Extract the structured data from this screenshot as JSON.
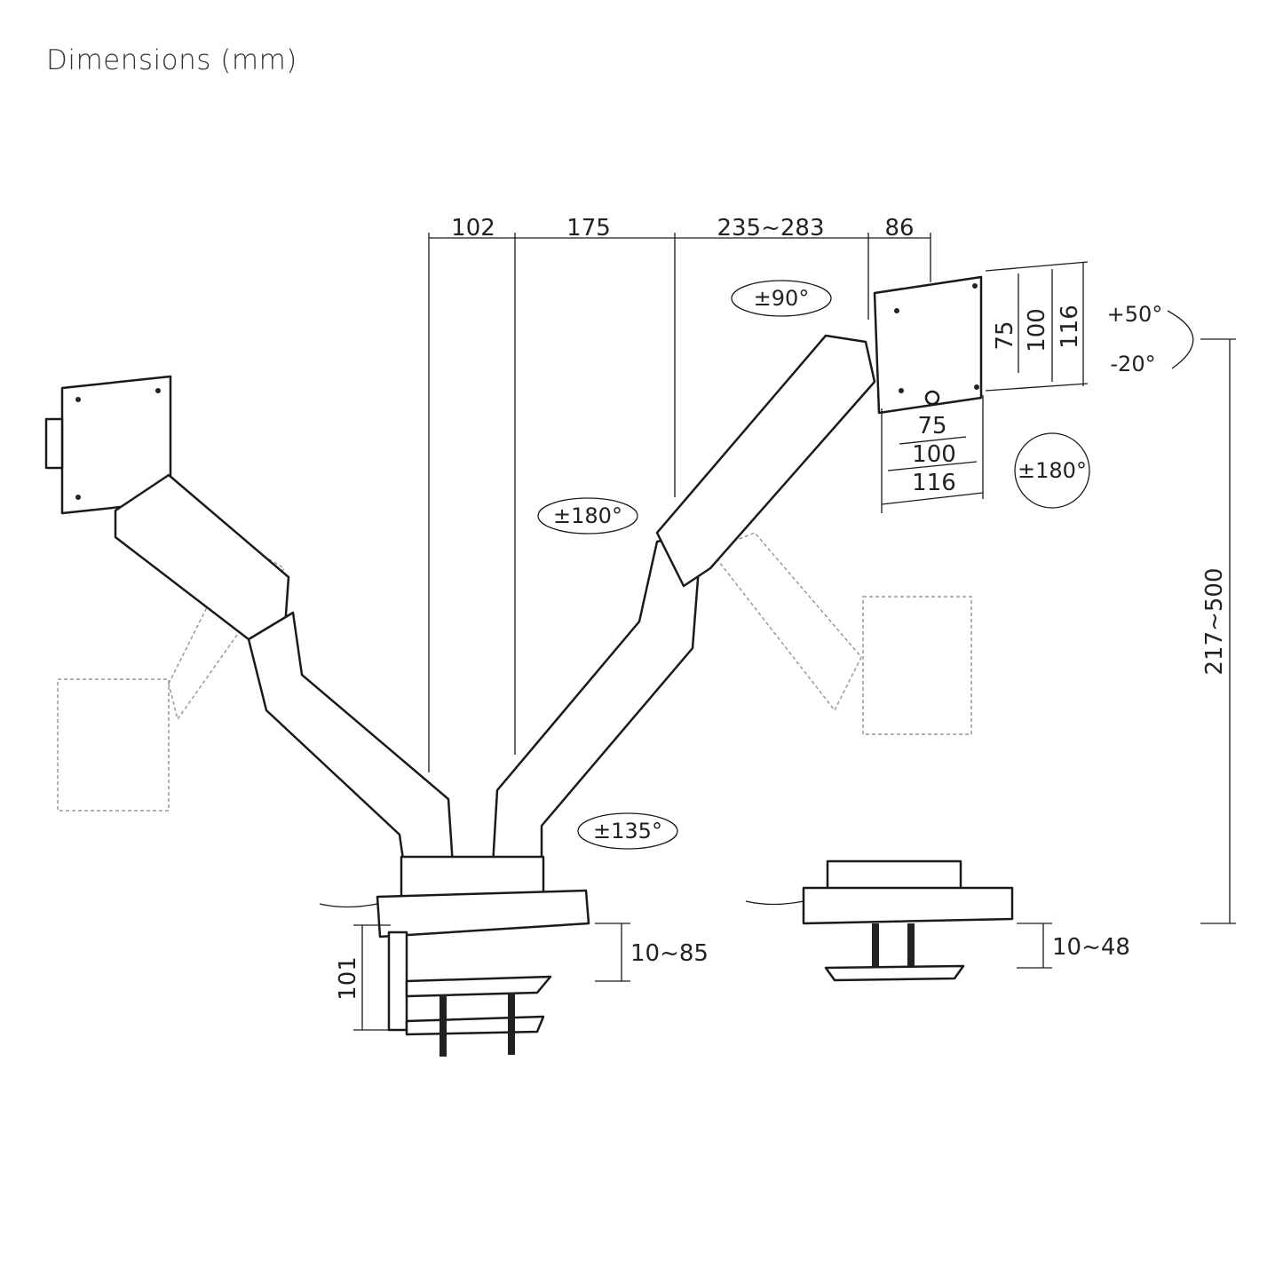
{
  "title": "Dimensions (mm)",
  "top_dimensions": [
    "102",
    "175",
    "235~283",
    "86"
  ],
  "rotations": {
    "swivel_top": "±90°",
    "swivel_mid": "±180°",
    "swivel_base": "±135°",
    "rotate_right": "±180°",
    "tilt_up": "+50°",
    "tilt_down": "-20°"
  },
  "vesa_vertical": [
    "75",
    "100",
    "116"
  ],
  "vesa_horizontal": [
    "75",
    "100",
    "116"
  ],
  "height_range": "217~500",
  "clamp": {
    "clamp_height": "101",
    "clamp_desk": "10~85",
    "grommet_desk": "10~48"
  }
}
